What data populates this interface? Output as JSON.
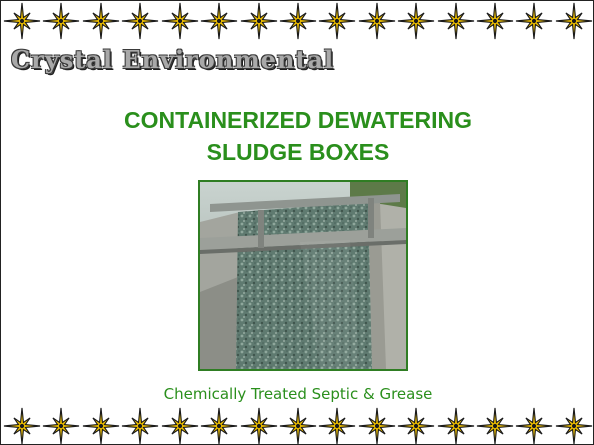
{
  "brand": {
    "name": "Crystal Environmental"
  },
  "slide": {
    "title_line1": "CONTAINERIZED DEWATERING",
    "title_line2": "SLUDGE BOXES",
    "caption": "Chemically Treated Septic & Grease"
  },
  "decor": {
    "star_icon": "compass-star-icon",
    "star_count_per_row": 15
  },
  "colors": {
    "title_green": "#2a8f1c",
    "star_gold": "#f2c200",
    "star_dark": "#1a1a1a"
  }
}
